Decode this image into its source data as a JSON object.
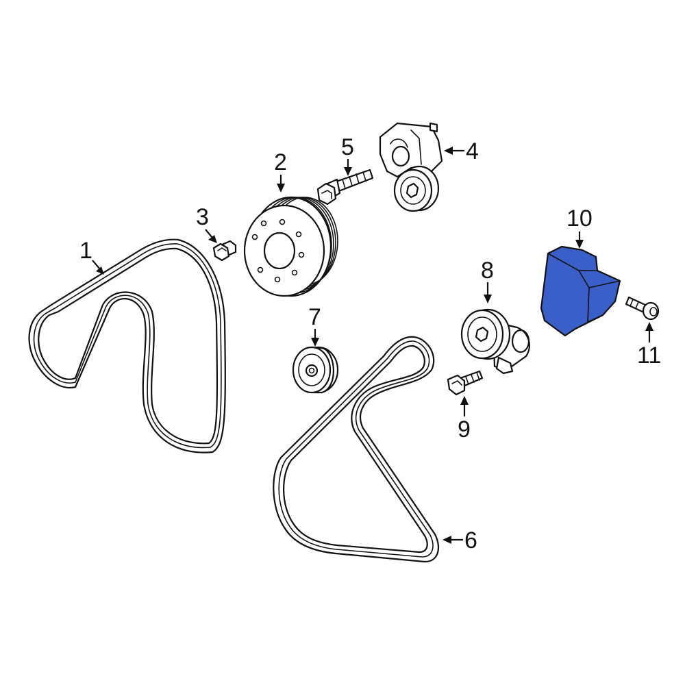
{
  "diagram": {
    "highlight_color": "#3a5fc8",
    "callouts": [
      {
        "id": "1",
        "label": "1"
      },
      {
        "id": "2",
        "label": "2"
      },
      {
        "id": "3",
        "label": "3"
      },
      {
        "id": "4",
        "label": "4"
      },
      {
        "id": "5",
        "label": "5"
      },
      {
        "id": "6",
        "label": "6"
      },
      {
        "id": "7",
        "label": "7"
      },
      {
        "id": "8",
        "label": "8"
      },
      {
        "id": "9",
        "label": "9"
      },
      {
        "id": "10",
        "label": "10"
      },
      {
        "id": "11",
        "label": "11"
      }
    ],
    "highlighted_part": "10"
  }
}
